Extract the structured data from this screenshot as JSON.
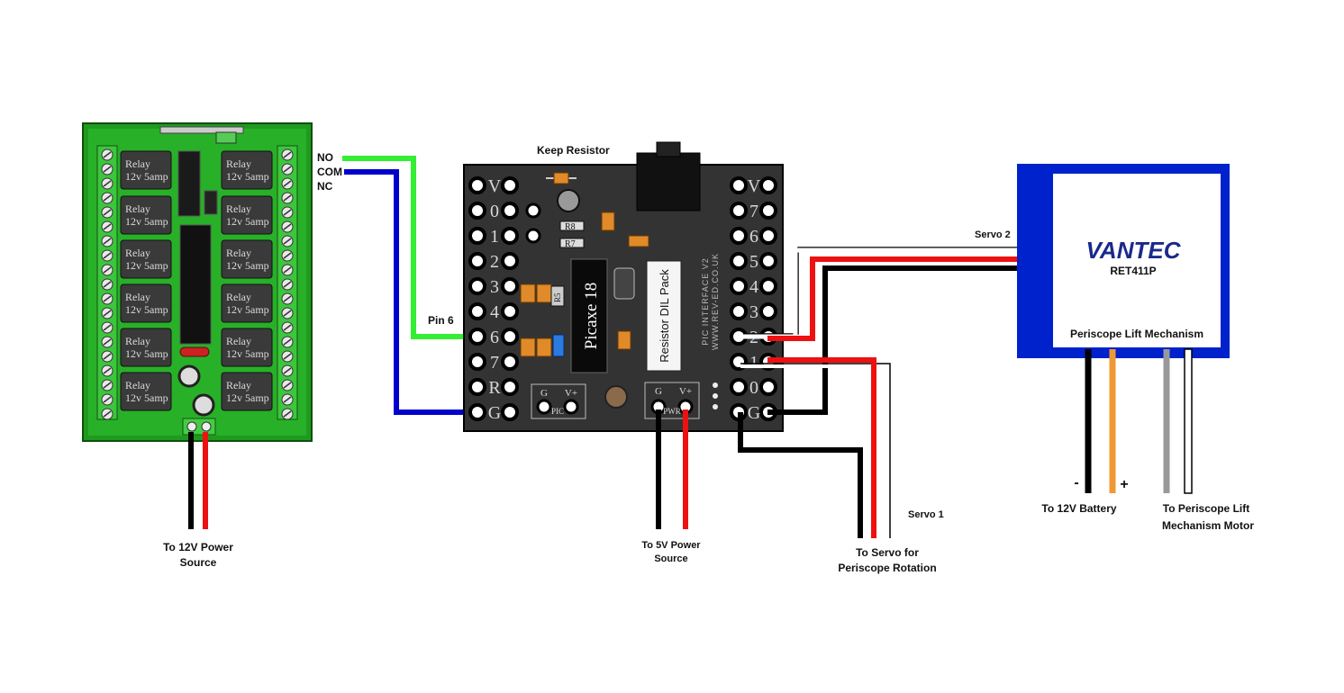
{
  "relay_board": {
    "relay_label": "Relay",
    "relay_rating": "12v 5amp",
    "contacts": [
      "NO",
      "COM",
      "NC"
    ],
    "power_label_line1": "To 12V Power",
    "power_label_line2": "Source"
  },
  "picaxe_board": {
    "keep_resistor_label": "Keep Resistor",
    "chip_label": "Picaxe 18",
    "resistor_pack_label": "Resistor DIL Pack",
    "r8": "R8",
    "r7": "R7",
    "r5": "R5",
    "board_text_line1": "PIC INTERFACE V2",
    "board_text_line2": "WWW.REV-ED.CO.UK",
    "left_pins": [
      "V",
      "0",
      "1",
      "2",
      "3",
      "4",
      "6",
      "7",
      "R",
      "G"
    ],
    "right_pins": [
      "V",
      "7",
      "6",
      "5",
      "4",
      "3",
      "2",
      "1",
      "0",
      "G"
    ],
    "pic_header": [
      "G",
      "V+"
    ],
    "pic_label": "PIC",
    "pwr_header": [
      "G",
      "V+"
    ],
    "pwr_label": "PWR",
    "pin6_label": "Pin 6",
    "power_label_line1": "To 5V Power",
    "power_label_line2": "Source"
  },
  "servo": {
    "servo2_label": "Servo 2",
    "servo1_label": "Servo 1",
    "rotation_label_line1": "To Servo for",
    "rotation_label_line2": "Periscope Rotation"
  },
  "vantec": {
    "brand": "VANTEC",
    "model": "RET411P",
    "mechanism_label": "Periscope Lift Mechanism",
    "minus": "-",
    "plus": "+",
    "battery_label": "To 12V Battery",
    "motor_label_line1": "To Periscope Lift",
    "motor_label_line2": "Mechanism Motor"
  },
  "colors": {
    "green_wire": "#33ee33",
    "blue_wire": "#0000cc",
    "red_wire": "#ee1111",
    "black_wire": "#000000",
    "white_wire": "#ffffff",
    "orange_wire": "#ee9933",
    "gray_wire": "#999999",
    "relay_pcb": "#22aa22",
    "picaxe_pcb": "#333333",
    "vantec_frame": "#0022cc"
  }
}
